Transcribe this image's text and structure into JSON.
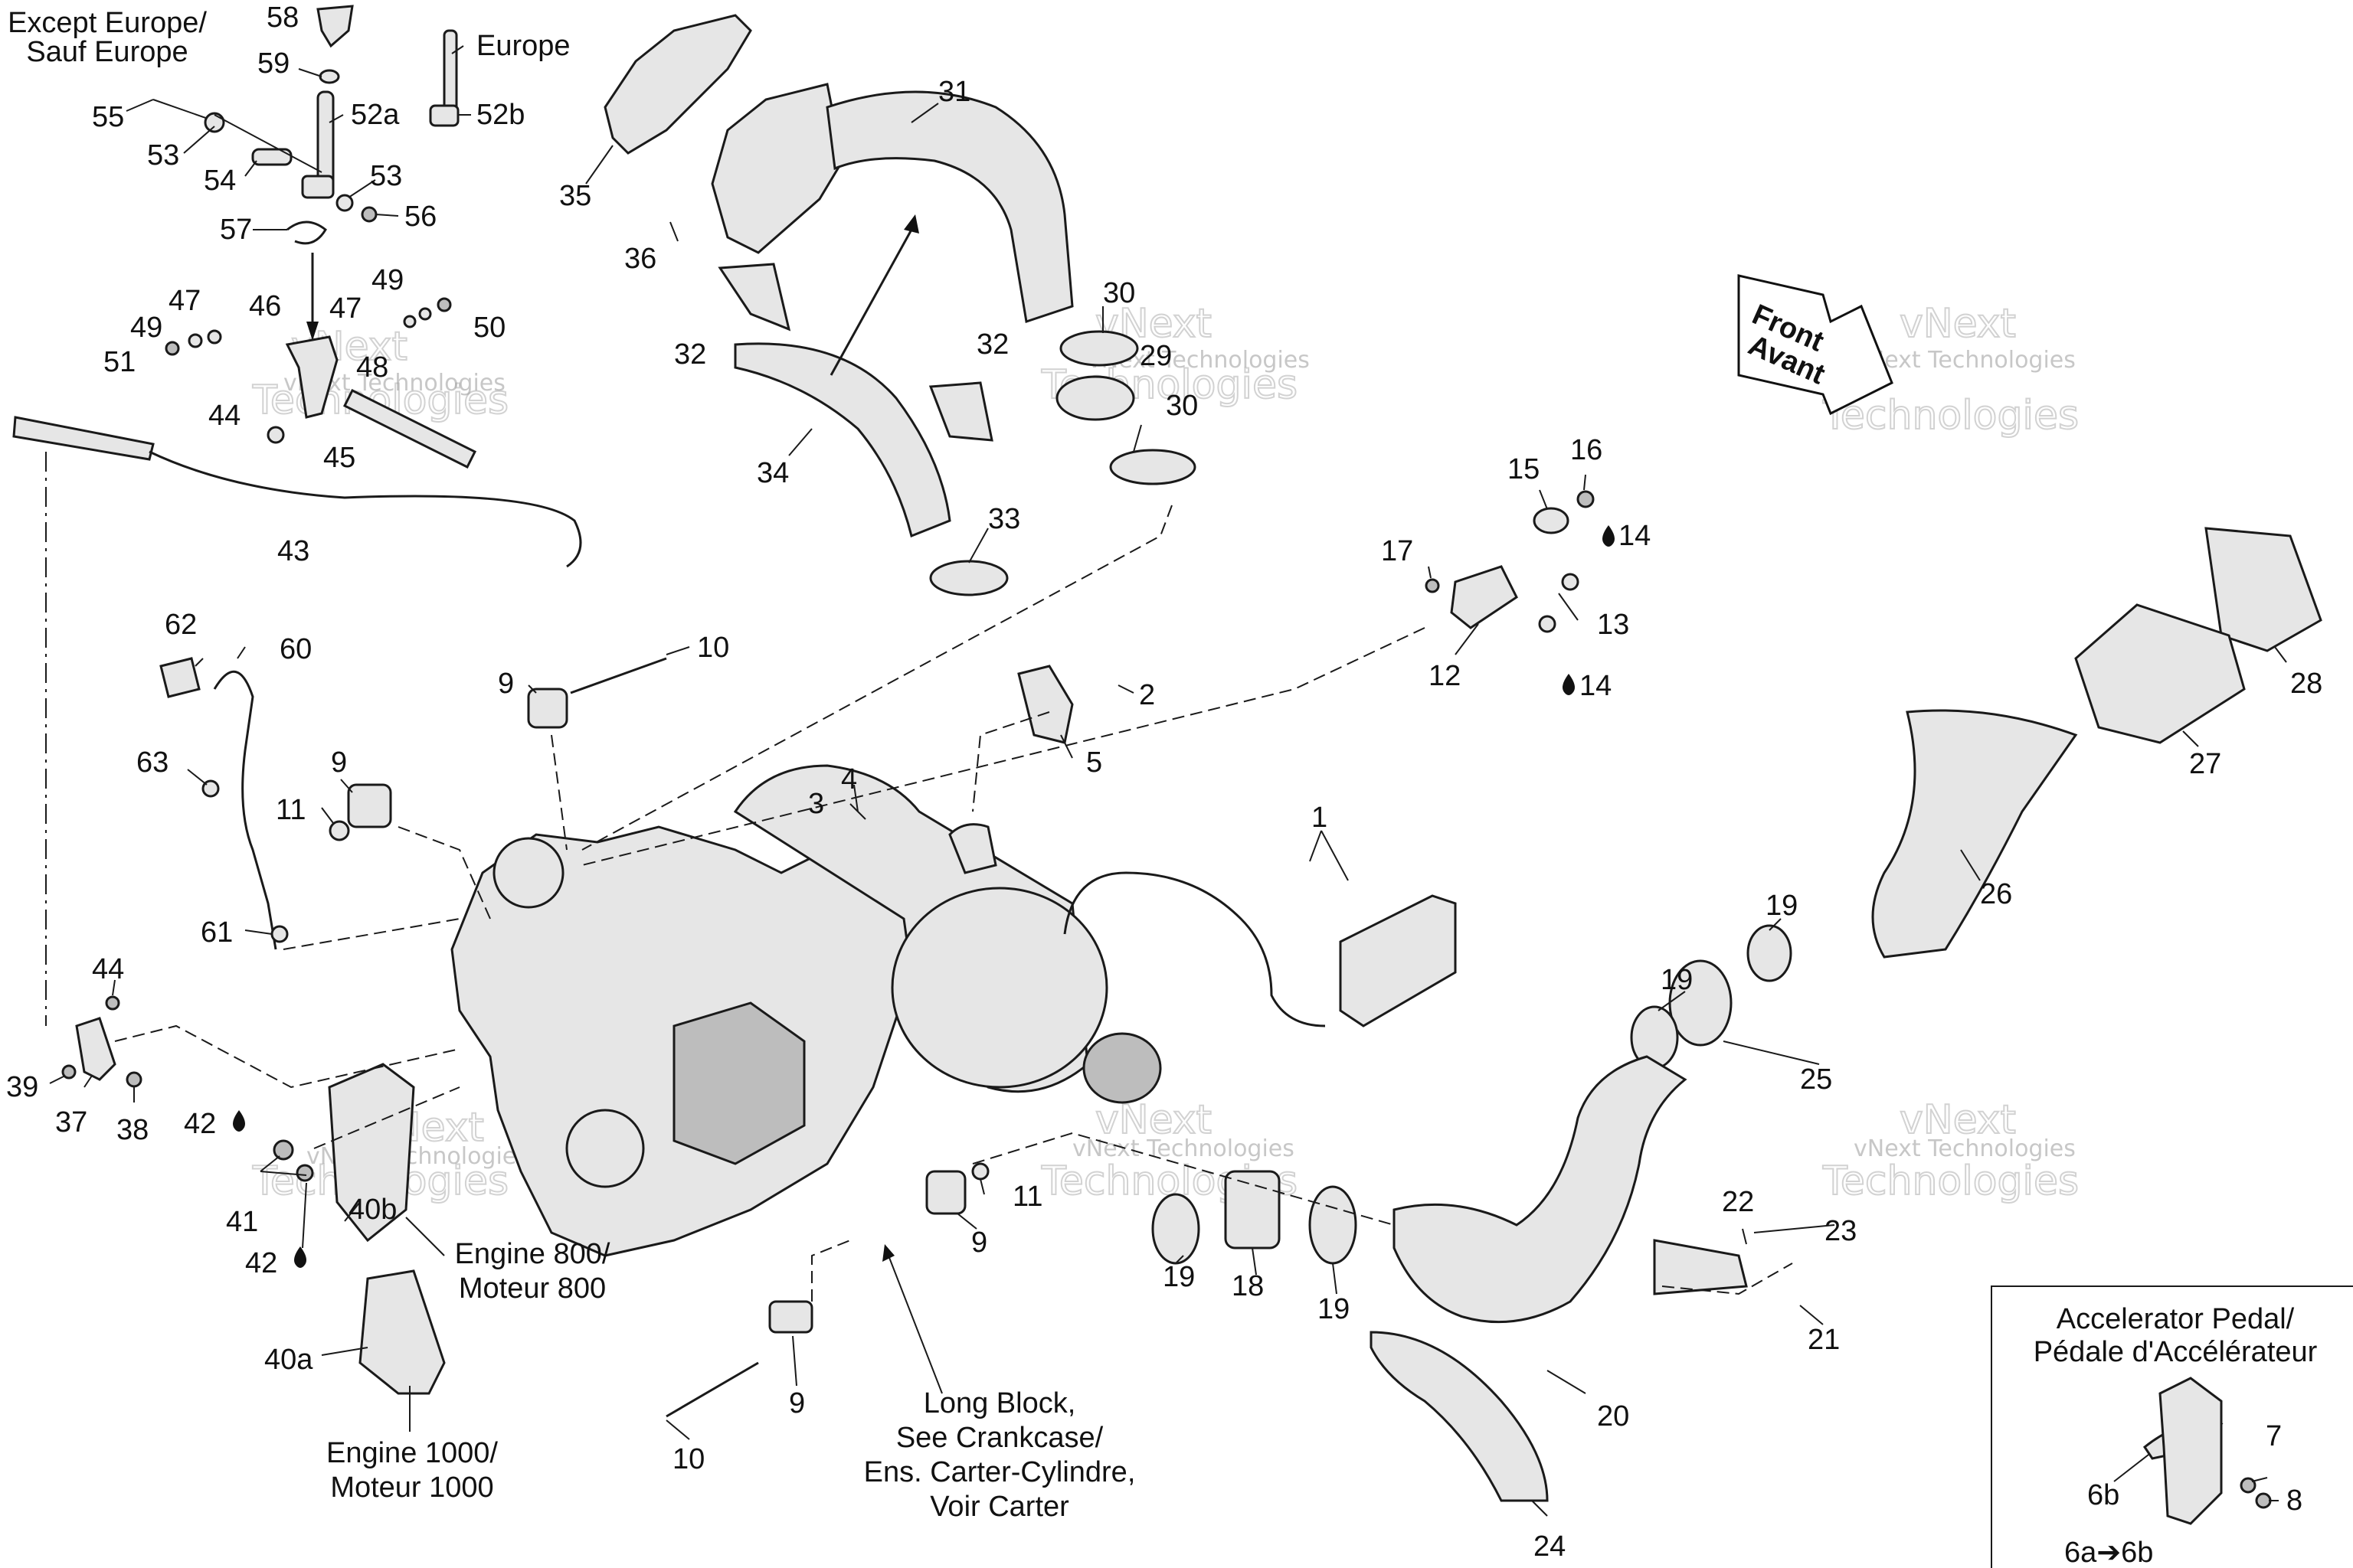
{
  "callouts": [
    {
      "id": "c58",
      "text": "58"
    },
    {
      "id": "c59",
      "text": "59"
    },
    {
      "id": "c52a",
      "text": "52a"
    },
    {
      "id": "c52b",
      "text": "52b"
    },
    {
      "id": "c55",
      "text": "55"
    },
    {
      "id": "c53a",
      "text": "53"
    },
    {
      "id": "c54",
      "text": "54"
    },
    {
      "id": "c53b",
      "text": "53"
    },
    {
      "id": "c56",
      "text": "56"
    },
    {
      "id": "c57",
      "text": "57"
    },
    {
      "id": "c35",
      "text": "35"
    },
    {
      "id": "c31",
      "text": "31"
    },
    {
      "id": "c36",
      "text": "36"
    },
    {
      "id": "c47a",
      "text": "47"
    },
    {
      "id": "c49a",
      "text": "49"
    },
    {
      "id": "c51",
      "text": "51"
    },
    {
      "id": "c46",
      "text": "46"
    },
    {
      "id": "c49b",
      "text": "49"
    },
    {
      "id": "c47b",
      "text": "47"
    },
    {
      "id": "c50",
      "text": "50"
    },
    {
      "id": "c48",
      "text": "48"
    },
    {
      "id": "c44a",
      "text": "44"
    },
    {
      "id": "c45",
      "text": "45"
    },
    {
      "id": "c43",
      "text": "43"
    },
    {
      "id": "c32a",
      "text": "32"
    },
    {
      "id": "c32b",
      "text": "32"
    },
    {
      "id": "c34",
      "text": "34"
    },
    {
      "id": "c30a",
      "text": "30"
    },
    {
      "id": "c29",
      "text": "29"
    },
    {
      "id": "c30b",
      "text": "30"
    },
    {
      "id": "c33",
      "text": "33"
    },
    {
      "id": "c16",
      "text": "16"
    },
    {
      "id": "c15",
      "text": "15"
    },
    {
      "id": "c14a",
      "text": "14"
    },
    {
      "id": "c17",
      "text": "17"
    },
    {
      "id": "c13",
      "text": "13"
    },
    {
      "id": "c12",
      "text": "12"
    },
    {
      "id": "c14b",
      "text": "14"
    },
    {
      "id": "c28",
      "text": "28"
    },
    {
      "id": "c27",
      "text": "27"
    },
    {
      "id": "c62",
      "text": "62"
    },
    {
      "id": "c60",
      "text": "60"
    },
    {
      "id": "c10a",
      "text": "10"
    },
    {
      "id": "c9a",
      "text": "9"
    },
    {
      "id": "c2",
      "text": "2"
    },
    {
      "id": "c63",
      "text": "63"
    },
    {
      "id": "c9b",
      "text": "9"
    },
    {
      "id": "c5",
      "text": "5"
    },
    {
      "id": "c11a",
      "text": "11"
    },
    {
      "id": "c4",
      "text": "4"
    },
    {
      "id": "c3",
      "text": "3"
    },
    {
      "id": "c1",
      "text": "1"
    },
    {
      "id": "c61",
      "text": "61"
    },
    {
      "id": "c26",
      "text": "26"
    },
    {
      "id": "c19a",
      "text": "19"
    },
    {
      "id": "c19b",
      "text": "19"
    },
    {
      "id": "c25",
      "text": "25"
    },
    {
      "id": "c44b",
      "text": "44"
    },
    {
      "id": "c39",
      "text": "39"
    },
    {
      "id": "c37",
      "text": "37"
    },
    {
      "id": "c38",
      "text": "38"
    },
    {
      "id": "c42a",
      "text": "42"
    },
    {
      "id": "c41",
      "text": "41"
    },
    {
      "id": "c40b",
      "text": "40b"
    },
    {
      "id": "c42b",
      "text": "42"
    },
    {
      "id": "c11b",
      "text": "11"
    },
    {
      "id": "c9c",
      "text": "9"
    },
    {
      "id": "c19c",
      "text": "19"
    },
    {
      "id": "c18",
      "text": "18"
    },
    {
      "id": "c19d",
      "text": "19"
    },
    {
      "id": "c22",
      "text": "22"
    },
    {
      "id": "c23",
      "text": "23"
    },
    {
      "id": "c21",
      "text": "21"
    },
    {
      "id": "c40a",
      "text": "40a"
    },
    {
      "id": "c9d",
      "text": "9"
    },
    {
      "id": "c10b",
      "text": "10"
    },
    {
      "id": "c20",
      "text": "20"
    },
    {
      "id": "c24",
      "text": "24"
    },
    {
      "id": "c7",
      "text": "7"
    },
    {
      "id": "c8",
      "text": "8"
    },
    {
      "id": "c6b",
      "text": "6b"
    },
    {
      "id": "c6a6b",
      "text": "6a➔6b"
    }
  ],
  "notes": {
    "except_europe_1": "Except Europe/",
    "except_europe_2": "Sauf Europe",
    "europe": "Europe",
    "engine800_1": "Engine 800/",
    "engine800_2": "Moteur 800",
    "engine1000_1": "Engine 1000/",
    "engine1000_2": "Moteur 1000",
    "longblock_1": "Long Block,",
    "longblock_2": "See Crankcase/",
    "longblock_3": "Ens. Carter-Cylindre,",
    "longblock_4": "Voir Carter",
    "accel_1": "Accelerator Pedal/",
    "accel_2": "Pédale d'Accélérateur",
    "front": "Front",
    "avant": "Avant"
  },
  "watermark": {
    "small": "vNext Technologies",
    "big1": "vNext",
    "big2": "Technologies"
  },
  "icons": {
    "drop": "oil-drop-icon",
    "arrow": "front-arrow-icon"
  }
}
